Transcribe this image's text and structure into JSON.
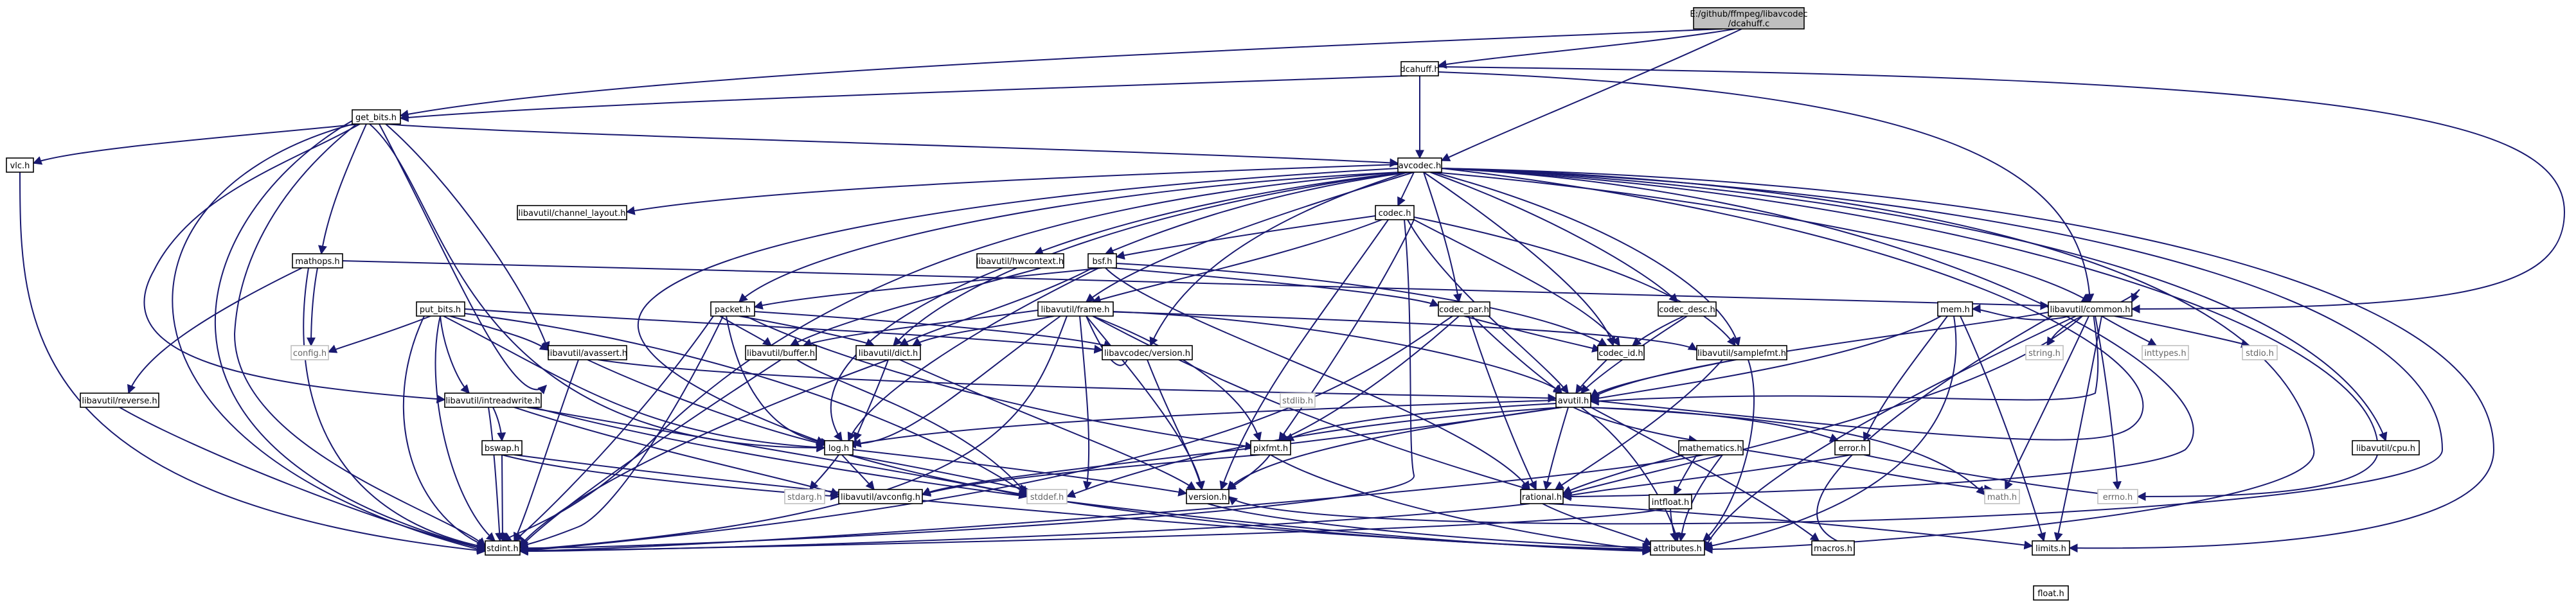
{
  "graph_title": "E:/github/ffmpeg/libavcodec/dcahuff.c include dependency graph",
  "root": {
    "line1": "E:/github/ffmpeg/libavcodec",
    "line2": "/dcahuff.c"
  },
  "colors": {
    "edge": "#191970",
    "node_border": "#000000",
    "root_fill": "#bfbfbf",
    "system_border": "#bfbfbf",
    "background": "#ffffff"
  },
  "nodes": {
    "dcahuff_h": "dcahuff.h",
    "get_bits_h": "get_bits.h",
    "avcodec_h": "avcodec.h",
    "vlc_h": "vlc.h",
    "put_bits_h": "put_bits.h",
    "libavutil_channel_layout_h": "libavutil/channel_layout.h",
    "mathops_h": "mathops.h",
    "codec_h": "codec.h",
    "libavutil_hwcontext_h": "libavutil/hwcontext.h",
    "bsf_h": "bsf.h",
    "libavutil_common_h": "libavutil/common.h",
    "packet_h": "packet.h",
    "libavutil_frame_h": "libavutil/frame.h",
    "codec_par_h": "codec_par.h",
    "codec_desc_h": "codec_desc.h",
    "mem_h": "mem.h",
    "config_h": "config.h",
    "libavutil_avassert_h": "libavutil/avassert.h",
    "libavutil_buffer_h": "libavutil/buffer.h",
    "libavutil_dict_h": "libavutil/dict.h",
    "libavcodec_version_h": "libavcodec/version.h",
    "codec_id_h": "codec_id.h",
    "libavutil_samplefmt_h": "libavutil/samplefmt.h",
    "string_h": "string.h",
    "inttypes_h": "inttypes.h",
    "stdio_h": "stdio.h",
    "libavutil_reverse_h": "libavutil/reverse.h",
    "libavutil_intreadwrite_h": "libavutil/intreadwrite.h",
    "stdlib_h": "stdlib.h",
    "avutil_h": "avutil.h",
    "bswap_h": "bswap.h",
    "log_h": "log.h",
    "pixfmt_h": "pixfmt.h",
    "mathematics_h": "mathematics.h",
    "error_h": "error.h",
    "libavutil_cpu_h": "libavutil/cpu.h",
    "stdarg_h": "stdarg.h",
    "libavutil_avconfig_h": "libavutil/avconfig.h",
    "stddef_h": "stddef.h",
    "version_h": "version.h",
    "rational_h": "rational.h",
    "math_h": "math.h",
    "errno_h": "errno.h",
    "intfloat_h": "intfloat.h",
    "stdint_h": "stdint.h",
    "attributes_h": "attributes.h",
    "macros_h": "macros.h",
    "limits_h": "limits.h",
    "float_h": "float.h"
  }
}
